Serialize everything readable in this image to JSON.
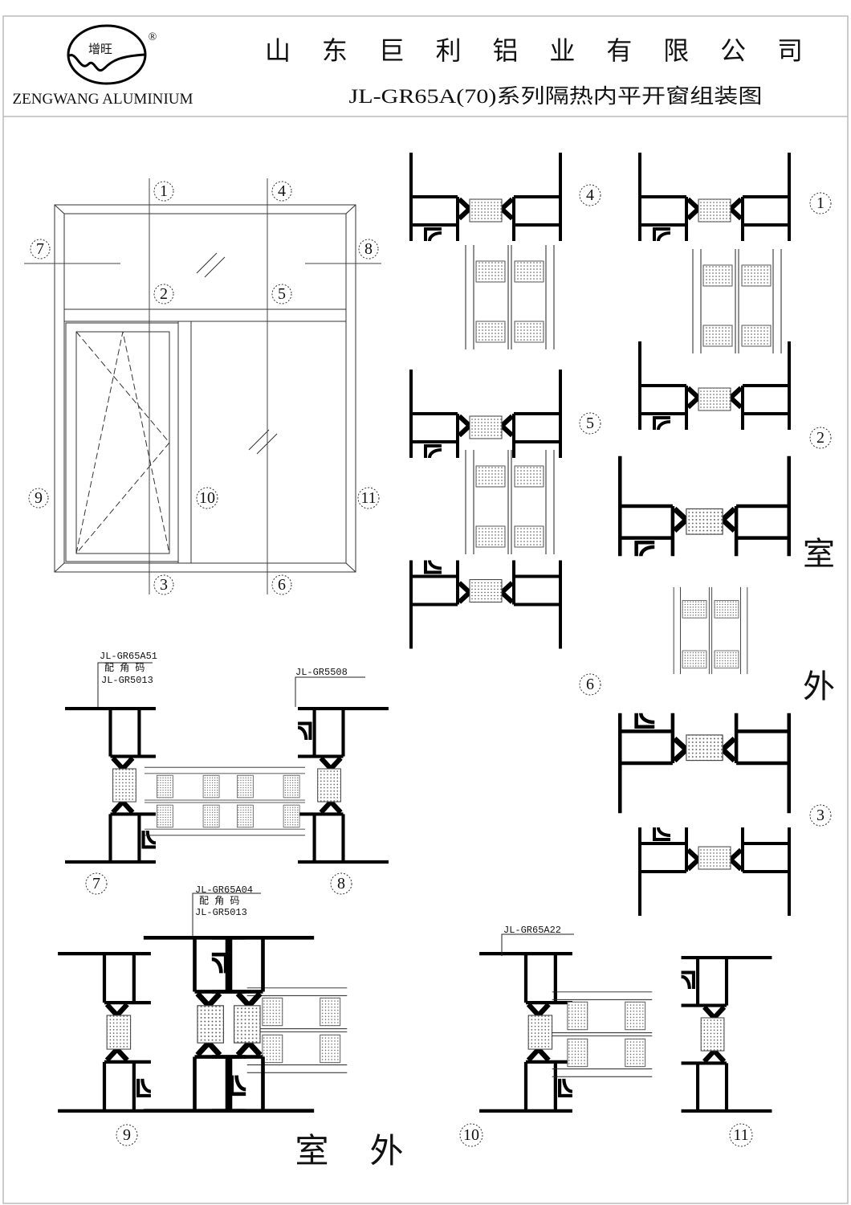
{
  "header": {
    "logo_text": "增旺",
    "registered_mark": "®",
    "brand_name": "ZENGWANG ALUMINIUM",
    "company_name": "山 东 巨 利 铝 业 有 限 公 司",
    "drawing_title": "JL-GR65A(70)系列隔热内平开窗组装图"
  },
  "elevation_callouts": [
    "1",
    "4",
    "7",
    "8",
    "2",
    "5",
    "9",
    "10",
    "11",
    "3",
    "6"
  ],
  "section_labels": {
    "s1": "1",
    "s2": "2",
    "s3": "3",
    "s4": "4",
    "s5": "5",
    "s6": "6",
    "s7": "7",
    "s8": "8",
    "s9": "9",
    "s10": "10",
    "s11": "11"
  },
  "annotations": {
    "a1_line1": "JL-GR65A51",
    "a1_line2": "配 角 码",
    "a1_line3": "JL-GR5013",
    "a2": "JL-GR5508",
    "a3_line1": "JL-GR65A04",
    "a3_line2": "配 角 码",
    "a3_line3": "JL-GR5013",
    "a4": "JL-GR65A22"
  },
  "orientation": {
    "indoor": "室",
    "outdoor": "外",
    "bottom_label": "室  外"
  }
}
